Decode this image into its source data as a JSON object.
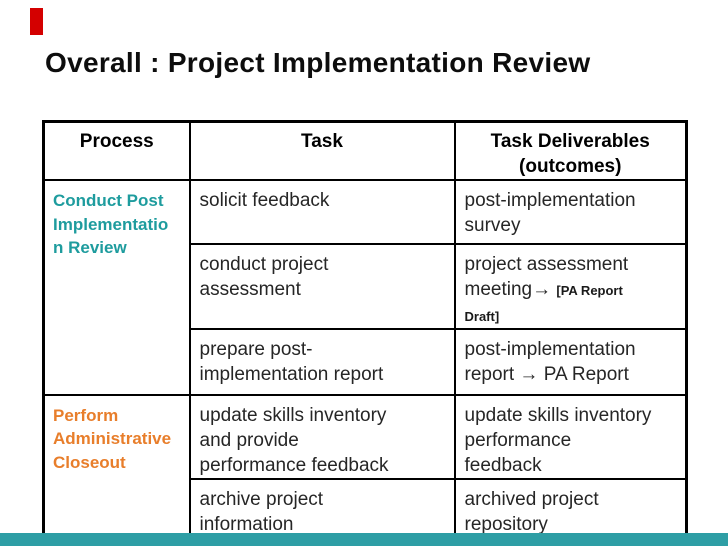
{
  "slide": {
    "title": "Overall : Project Implementation Review"
  },
  "decorations": {
    "red_bar_color": "#d40000",
    "bottom_bar_color": "#2e9ea5"
  },
  "table": {
    "headers": [
      {
        "label": "Process"
      },
      {
        "label": "Task"
      },
      {
        "label": "Task Deliverables (outcomes)"
      }
    ],
    "groups": [
      {
        "process": "Conduct Post\nImplementatio\nn Review",
        "process_color": "#1e9c9e",
        "rows": [
          {
            "task": "solicit feedback",
            "deliverable": "post-implementation\nsurvey",
            "note": ""
          },
          {
            "task": "conduct project\nassessment",
            "deliverable": "project assessment\nmeeting→ ",
            "note": "[PA Report\nDraft]"
          },
          {
            "task": "prepare post-\nimplementation report",
            "deliverable": "post-implementation\nreport → PA Report",
            "note": ""
          }
        ]
      },
      {
        "process": "Perform\nAdministrative\nCloseout",
        "process_color": "#e87e2b",
        "rows": [
          {
            "task": "update skills inventory\nand provide\nperformance feedback",
            "deliverable": "update skills inventory\nperformance\nfeedback",
            "note": ""
          },
          {
            "task": "archive project\ninformation",
            "deliverable": "archived project\nrepository",
            "note": ""
          }
        ]
      }
    ]
  }
}
